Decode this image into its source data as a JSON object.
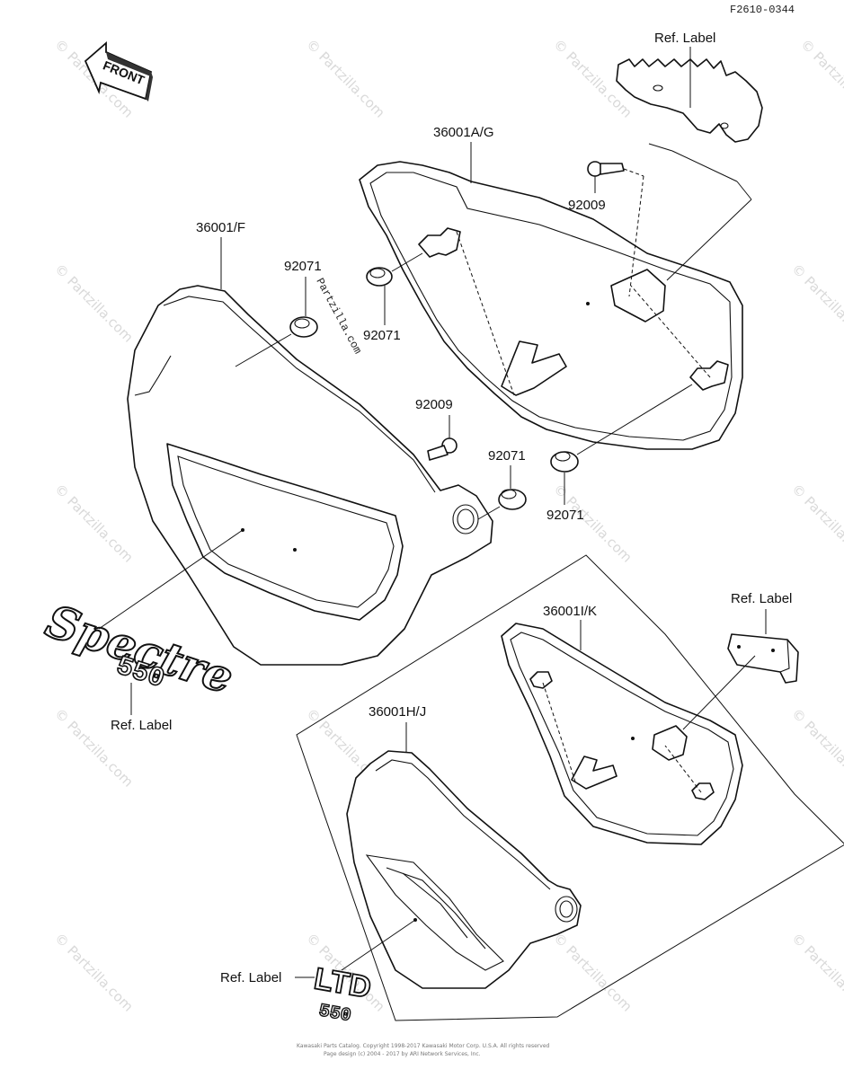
{
  "diagram_code": "F2610-0344",
  "front_label": "FRONT",
  "labels": {
    "ref_label_top": "Ref. Label",
    "part_36001AG": "36001A/G",
    "part_92009_top": "92009",
    "part_36001F": "36001/F",
    "part_92071_a": "92071",
    "part_92071_b": "92071",
    "part_92009_mid": "92009",
    "part_92071_c": "92071",
    "part_92071_d": "92071",
    "ref_label_right": "Ref. Label",
    "part_36001IK": "36001I/K",
    "part_36001HJ": "36001H/J",
    "ref_label_left": "Ref. Label",
    "ref_label_bottom": "Ref. Label"
  },
  "emblems": {
    "spectre_word": "Spectre",
    "spectre_num": "550",
    "ltd_word": "LTD",
    "ltd_num": "550"
  },
  "watermark": {
    "text": "© Partzilla.com",
    "center_text": "Partzilla.com"
  },
  "copyright": {
    "line1": "Kawasaki Parts Catalog. Copyright 1998-2017 Kawasaki Motor Corp. U.S.A. All rights reserved",
    "line2": "Page design (c) 2004 - 2017 by ARI Network Services, Inc."
  }
}
